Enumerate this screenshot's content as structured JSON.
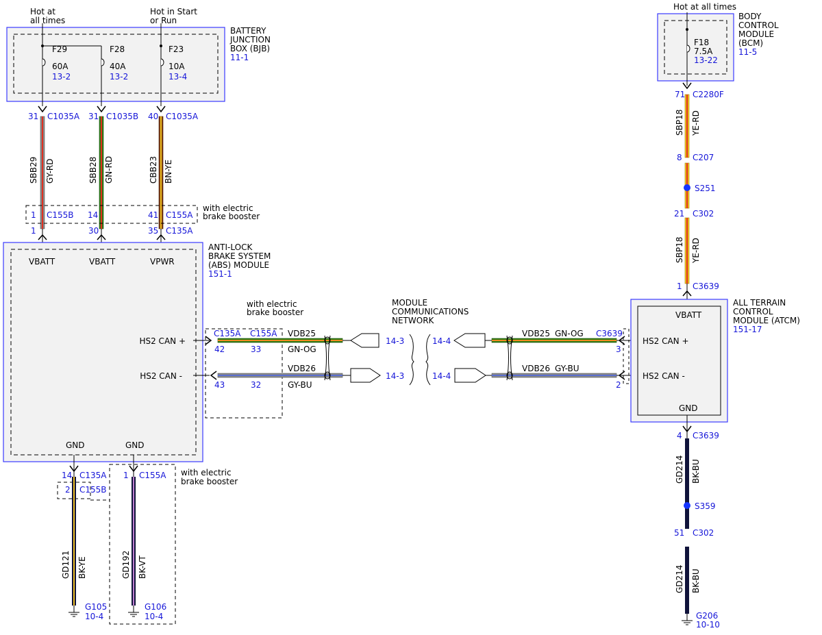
{
  "colors": {
    "frame": "#3a3aff",
    "ref_text": "#1515d8",
    "module_fill": "#f2f2f2",
    "splice": "#1535ff",
    "gy": "#8a8a8a",
    "rd": "#e03020",
    "gn": "#2e7d14",
    "bn": "#7a3a10",
    "ye": "#f0c020",
    "og": "#f08a20",
    "bu": "#5a6ed0",
    "bk": "#10133a",
    "vt": "#c080d0"
  },
  "bjb": {
    "name": [
      "BATTERY",
      "JUNCTION",
      "BOX (BJB)"
    ],
    "ref": "11-1",
    "hot_always": [
      "Hot at",
      "all times"
    ],
    "hot_run": [
      "Hot in Start",
      "or Run"
    ],
    "fuses": [
      {
        "id": "F29",
        "rating": "60A",
        "ref": "13-2"
      },
      {
        "id": "F28",
        "rating": "40A",
        "ref": "13-2"
      },
      {
        "id": "F23",
        "rating": "10A",
        "ref": "13-4"
      }
    ]
  },
  "bcm": {
    "name": [
      "BODY",
      "CONTROL",
      "MODULE",
      "(BCM)"
    ],
    "ref": "11-5",
    "hot": "Hot at all times",
    "fuse": {
      "id": "F18",
      "rating": "7.5A",
      "ref": "13-22"
    }
  },
  "abs": {
    "name": [
      "ANTI-LOCK",
      "BRAKE SYSTEM",
      "(ABS) MODULE"
    ],
    "ref": "151-1",
    "pins": {
      "vbatt": "VBATT",
      "vpwr": "VPWR",
      "can_plus": "HS2 CAN +",
      "can_minus": "HS2 CAN -",
      "gnd": "GND"
    }
  },
  "atcm": {
    "name": [
      "ALL TERRAIN",
      "CONTROL",
      "MODULE (ATCM)"
    ],
    "ref": "151-17",
    "pins": {
      "vbatt": "VBATT",
      "can_plus": "HS2 CAN +",
      "can_minus": "HS2 CAN -",
      "gnd": "GND"
    }
  },
  "wires_top": [
    {
      "pin_top": "31",
      "conn_top": "C1035A",
      "circuit": "SBB29",
      "color": "GY-RD",
      "pin_mid": "1",
      "conn_mid": "C155B",
      "pin_bot": "1"
    },
    {
      "pin_top": "31",
      "conn_top": "C1035B",
      "circuit": "SBB28",
      "color": "GN-RD",
      "pin_mid": "14",
      "pin_bot": "30"
    },
    {
      "pin_top": "40",
      "conn_top": "C1035A",
      "circuit": "CBB23",
      "color": "BN-YE",
      "pin_mid": "41",
      "conn_mid": "C155A",
      "pin_bot": "35",
      "conn_bot": "C135A"
    }
  ],
  "booster_note": [
    "with electric",
    "brake booster"
  ],
  "can": {
    "conn_abs": "C135A",
    "conn_booster": "C155A",
    "plus": {
      "pin_abs": "42",
      "pin_booster": "33",
      "circuit": "VDB25",
      "color": "GN-OG",
      "ref_left": "14-3",
      "ref_right": "14-4",
      "pin_atcm": "3",
      "conn_atcm": "C3639"
    },
    "minus": {
      "pin_abs": "43",
      "pin_booster": "32",
      "circuit": "VDB26",
      "color": "GY-BU",
      "ref_left": "14-3",
      "ref_right": "14-4",
      "pin_atcm": "2"
    },
    "network": [
      "MODULE",
      "COMMUNICATIONS",
      "NETWORK"
    ]
  },
  "gnd_wires": [
    {
      "pin1": "14",
      "conn1": "C135A",
      "pin2": "2",
      "conn2": "C155B",
      "circuit": "GD121",
      "color": "BK-YE",
      "ground": "G105",
      "ref": "10-4"
    },
    {
      "pin1": "1",
      "conn1": "C155A",
      "circuit": "GD192",
      "color": "BK-VT",
      "ground": "G106",
      "ref": "10-4"
    }
  ],
  "right_power": {
    "pin1": "71",
    "conn1": "C2280F",
    "circuit": "SBP18",
    "color": "YE-RD",
    "pin2": "8",
    "conn2": "C207",
    "splice": "S251",
    "pin3": "21",
    "conn3": "C302",
    "pin4": "1",
    "conn4": "C3639"
  },
  "right_gnd": {
    "pin1": "4",
    "conn1": "C3639",
    "circuit": "GD214",
    "color": "BK-BU",
    "splice": "S359",
    "pin2": "51",
    "conn2": "C302",
    "ground": "G206",
    "ref": "10-10"
  }
}
